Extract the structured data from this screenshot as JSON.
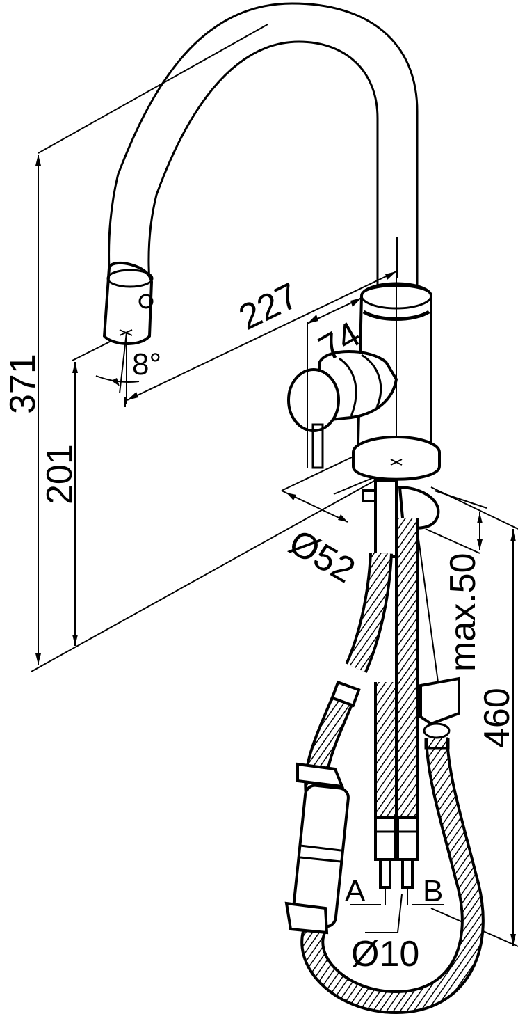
{
  "drawing": {
    "dimensions": {
      "height_total": "371",
      "height_outlet": "201",
      "reach": "227",
      "lever_offset": "74",
      "spray_angle": "8°",
      "hole_diameter": "Ø52",
      "deck_thickness": "max.50",
      "hose_length": "460",
      "connection_diameter": "Ø10"
    },
    "connection_labels": {
      "a": "A",
      "b": "B"
    }
  }
}
